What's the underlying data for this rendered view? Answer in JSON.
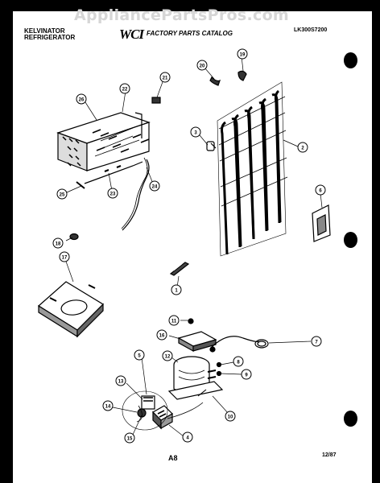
{
  "watermark": "AppliancePartsPros.com",
  "header": {
    "brand_line1": "KELVINATOR",
    "brand_line2": "REFRIGERATOR",
    "logo": "WCI",
    "catalog_title": "FACTORY PARTS CATALOG",
    "model_number": "LK300S7200"
  },
  "footer": {
    "page_label": "A8",
    "date": "12/87"
  },
  "callouts": [
    "26",
    "22",
    "21",
    "25",
    "23",
    "24",
    "18",
    "17",
    "20",
    "19",
    "3",
    "2",
    "6",
    "1",
    "11",
    "16",
    "12",
    "8",
    "9",
    "7",
    "5",
    "13",
    "14",
    "15",
    "4",
    "10"
  ]
}
